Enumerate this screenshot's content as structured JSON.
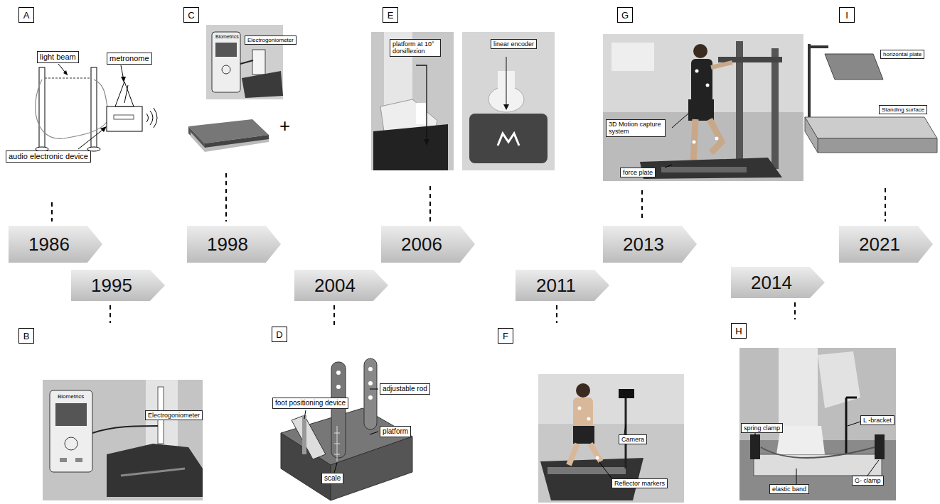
{
  "diagram": {
    "nodes": [
      {
        "text": [
          "A"
        ]
      },
      {
        "text": [
          "C"
        ]
      },
      {
        "text": [
          "E"
        ]
      },
      {
        "text": [
          "G"
        ]
      },
      {
        "text": [
          "I"
        ]
      },
      {
        "text": [
          "1986"
        ]
      },
      {
        "text": [
          "1998"
        ]
      },
      {
        "text": [
          "2006"
        ]
      },
      {
        "text": [
          "2013"
        ]
      },
      {
        "text": [
          "2021"
        ]
      },
      {
        "text": [
          "1995"
        ]
      },
      {
        "text": [
          "2004"
        ]
      },
      {
        "text": [
          "2011"
        ]
      },
      {
        "text": [
          "2014"
        ]
      },
      {
        "text": [
          "B"
        ]
      },
      {
        "text": [
          "D"
        ]
      },
      {
        "text": [
          "F"
        ]
      },
      {
        "text": [
          "H"
        ]
      }
    ],
    "labels": [
      "light beam",
      "metronome",
      "audio electronic device",
      "Biometrics",
      "Electrogoniometer",
      "+",
      "platform at 10° dorsiflexion",
      "linear encoder",
      "3D Motion capture system",
      "force plate",
      "horizontal plate",
      "Standing surface",
      "Biometrics",
      "Electrogoniometer",
      "foot positioning device",
      "adjustable rod",
      "platform",
      "scale",
      "Camera",
      "Reflector markers",
      "spring clamp",
      "L -bracket",
      "elastic band",
      "G- clamp"
    ]
  }
}
